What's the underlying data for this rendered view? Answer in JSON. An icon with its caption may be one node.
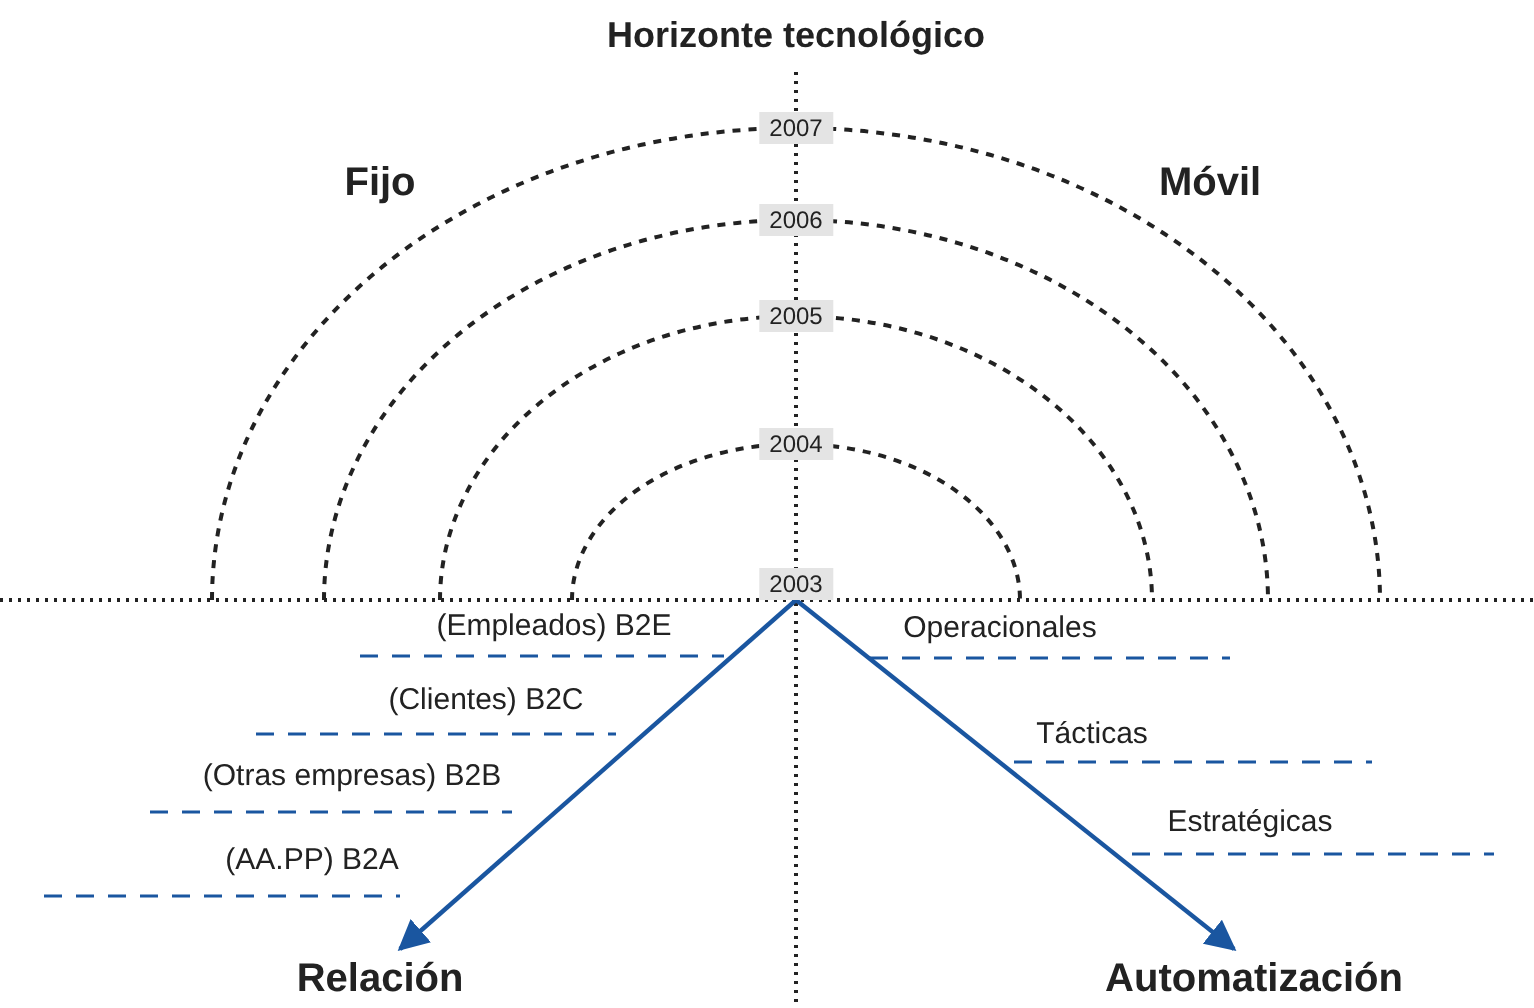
{
  "diagram": {
    "title": "Horizonte tecnológico",
    "nodes": [
      {
        "text": [
          "2007"
        ]
      },
      {
        "text": [
          "2006"
        ]
      },
      {
        "text": [
          "2005"
        ]
      },
      {
        "text": [
          "2004"
        ]
      },
      {
        "text": [
          "2003"
        ]
      },
      {
        "text": [
          "Relación"
        ]
      },
      {
        "text": [
          "Automatización"
        ]
      }
    ],
    "edges": [
      {
        "from": 4,
        "to": 5,
        "arrow": "to"
      },
      {
        "from": 4,
        "to": 6,
        "arrow": "to"
      }
    ],
    "labels": [
      "Fijo",
      "Móvil",
      "(Empleados) B2E",
      "Operacionales",
      "(Clientes) B2C",
      "Tácticas",
      "(Otras empresas) B2B",
      "Estratégicas",
      "(AA.PP) B2A"
    ]
  }
}
